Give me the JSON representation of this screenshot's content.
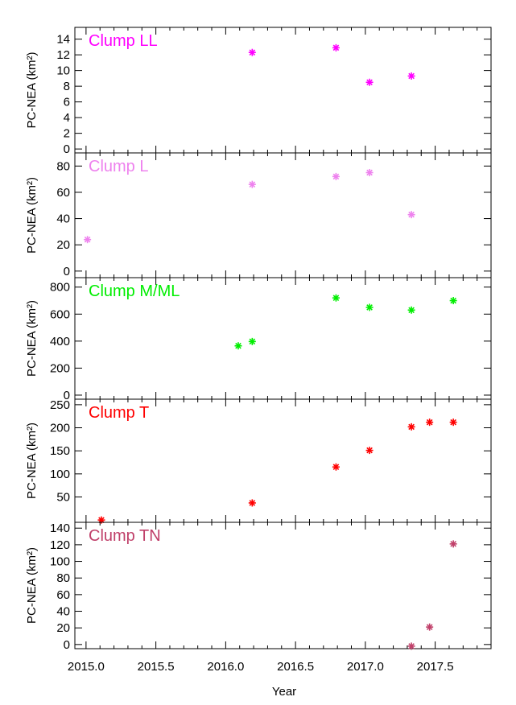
{
  "figure": {
    "xlabel": "Year",
    "x_ticks": [
      "2015.0",
      "2015.5",
      "2016.0",
      "2016.5",
      "2017.0",
      "2017.5"
    ]
  },
  "chart_data": [
    {
      "type": "scatter",
      "title": "Clump LL",
      "ylabel": "PC-NEA (km²)",
      "color": "#ff00ff",
      "xlim": [
        2014.92,
        2017.9
      ],
      "ylim": [
        -0.5,
        15.5
      ],
      "y_ticks": [
        0,
        2,
        4,
        6,
        8,
        10,
        12,
        14
      ],
      "x": [
        2016.19,
        2016.79,
        2017.03,
        2017.33
      ],
      "y": [
        12.3,
        12.9,
        8.5,
        9.3
      ]
    },
    {
      "type": "scatter",
      "title": "Clump L",
      "ylabel": "PC-NEA (km²)",
      "color": "#ee82ee",
      "xlim": [
        2014.92,
        2017.9
      ],
      "ylim": [
        -5,
        90
      ],
      "y_ticks": [
        0,
        20,
        40,
        60,
        80
      ],
      "x": [
        2015.01,
        2016.19,
        2016.79,
        2017.03,
        2017.33
      ],
      "y": [
        24,
        66,
        72,
        75,
        43
      ]
    },
    {
      "type": "scatter",
      "title": "Clump M/ML",
      "ylabel": "PC-NEA (km²)",
      "color": "#00ee00",
      "xlim": [
        2014.92,
        2017.9
      ],
      "ylim": [
        -30,
        870
      ],
      "y_ticks": [
        0,
        200,
        400,
        600,
        800
      ],
      "x": [
        2016.09,
        2016.19,
        2016.79,
        2017.03,
        2017.33,
        2017.63
      ],
      "y": [
        365,
        397,
        720,
        650,
        630,
        700
      ]
    },
    {
      "type": "scatter",
      "title": "Clump T",
      "ylabel": "PC-NEA (km²)",
      "color": "#ff0000",
      "xlim": [
        2014.92,
        2017.9
      ],
      "ylim": [
        -5,
        262
      ],
      "y_ticks": [
        50,
        100,
        150,
        200,
        250
      ],
      "x": [
        2015.11,
        2016.19,
        2016.79,
        2017.03,
        2017.33,
        2017.46,
        2017.63
      ],
      "y": [
        0,
        37,
        115,
        151,
        202,
        212,
        212
      ]
    },
    {
      "type": "scatter",
      "title": "Clump TN",
      "ylabel": "PC-NEA (km²)",
      "color": "#c0406a",
      "xlim": [
        2014.92,
        2017.9
      ],
      "ylim": [
        -5,
        147
      ],
      "y_ticks": [
        0,
        20,
        40,
        60,
        80,
        100,
        120,
        140
      ],
      "x": [
        2017.33,
        2017.46,
        2017.63
      ],
      "y": [
        -2,
        21,
        121
      ]
    }
  ]
}
